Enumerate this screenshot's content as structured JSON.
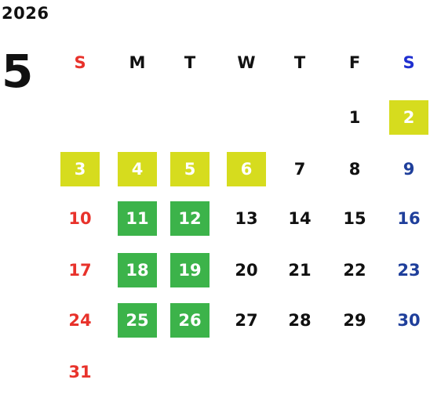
{
  "calendar": {
    "year": "2026",
    "month": "5",
    "colors": {
      "sunday": "#e8322b",
      "saturday": "#1f3f9b",
      "weekday": "#111111",
      "highlight_green": "#3cb34a",
      "highlight_yellow": "#d6dc1e",
      "highlight_text": "#ffffff"
    },
    "weekdays": [
      "S",
      "M",
      "T",
      "W",
      "T",
      "F",
      "S"
    ],
    "weekday_colors": [
      "#e8322b",
      "#111111",
      "#111111",
      "#111111",
      "#111111",
      "#111111",
      "#1f2fd0"
    ],
    "days": [
      {
        "day": "1",
        "weekday": 5,
        "highlight": ""
      },
      {
        "day": "2",
        "weekday": 6,
        "highlight": "yellow"
      },
      {
        "day": "3",
        "weekday": 0,
        "highlight": "yellow"
      },
      {
        "day": "4",
        "weekday": 1,
        "highlight": "yellow"
      },
      {
        "day": "5",
        "weekday": 2,
        "highlight": "yellow"
      },
      {
        "day": "6",
        "weekday": 3,
        "highlight": "yellow"
      },
      {
        "day": "7",
        "weekday": 4,
        "highlight": ""
      },
      {
        "day": "8",
        "weekday": 5,
        "highlight": ""
      },
      {
        "day": "9",
        "weekday": 6,
        "highlight": ""
      },
      {
        "day": "10",
        "weekday": 0,
        "highlight": ""
      },
      {
        "day": "11",
        "weekday": 1,
        "highlight": "green"
      },
      {
        "day": "12",
        "weekday": 2,
        "highlight": "green"
      },
      {
        "day": "13",
        "weekday": 3,
        "highlight": ""
      },
      {
        "day": "14",
        "weekday": 4,
        "highlight": ""
      },
      {
        "day": "15",
        "weekday": 5,
        "highlight": ""
      },
      {
        "day": "16",
        "weekday": 6,
        "highlight": ""
      },
      {
        "day": "17",
        "weekday": 0,
        "highlight": ""
      },
      {
        "day": "18",
        "weekday": 1,
        "highlight": "green"
      },
      {
        "day": "19",
        "weekday": 2,
        "highlight": "green"
      },
      {
        "day": "20",
        "weekday": 3,
        "highlight": ""
      },
      {
        "day": "21",
        "weekday": 4,
        "highlight": ""
      },
      {
        "day": "22",
        "weekday": 5,
        "highlight": ""
      },
      {
        "day": "23",
        "weekday": 6,
        "highlight": ""
      },
      {
        "day": "24",
        "weekday": 0,
        "highlight": ""
      },
      {
        "day": "25",
        "weekday": 1,
        "highlight": "green"
      },
      {
        "day": "26",
        "weekday": 2,
        "highlight": "green"
      },
      {
        "day": "27",
        "weekday": 3,
        "highlight": ""
      },
      {
        "day": "28",
        "weekday": 4,
        "highlight": ""
      },
      {
        "day": "29",
        "weekday": 5,
        "highlight": ""
      },
      {
        "day": "30",
        "weekday": 6,
        "highlight": ""
      },
      {
        "day": "31",
        "weekday": 0,
        "highlight": ""
      }
    ]
  }
}
